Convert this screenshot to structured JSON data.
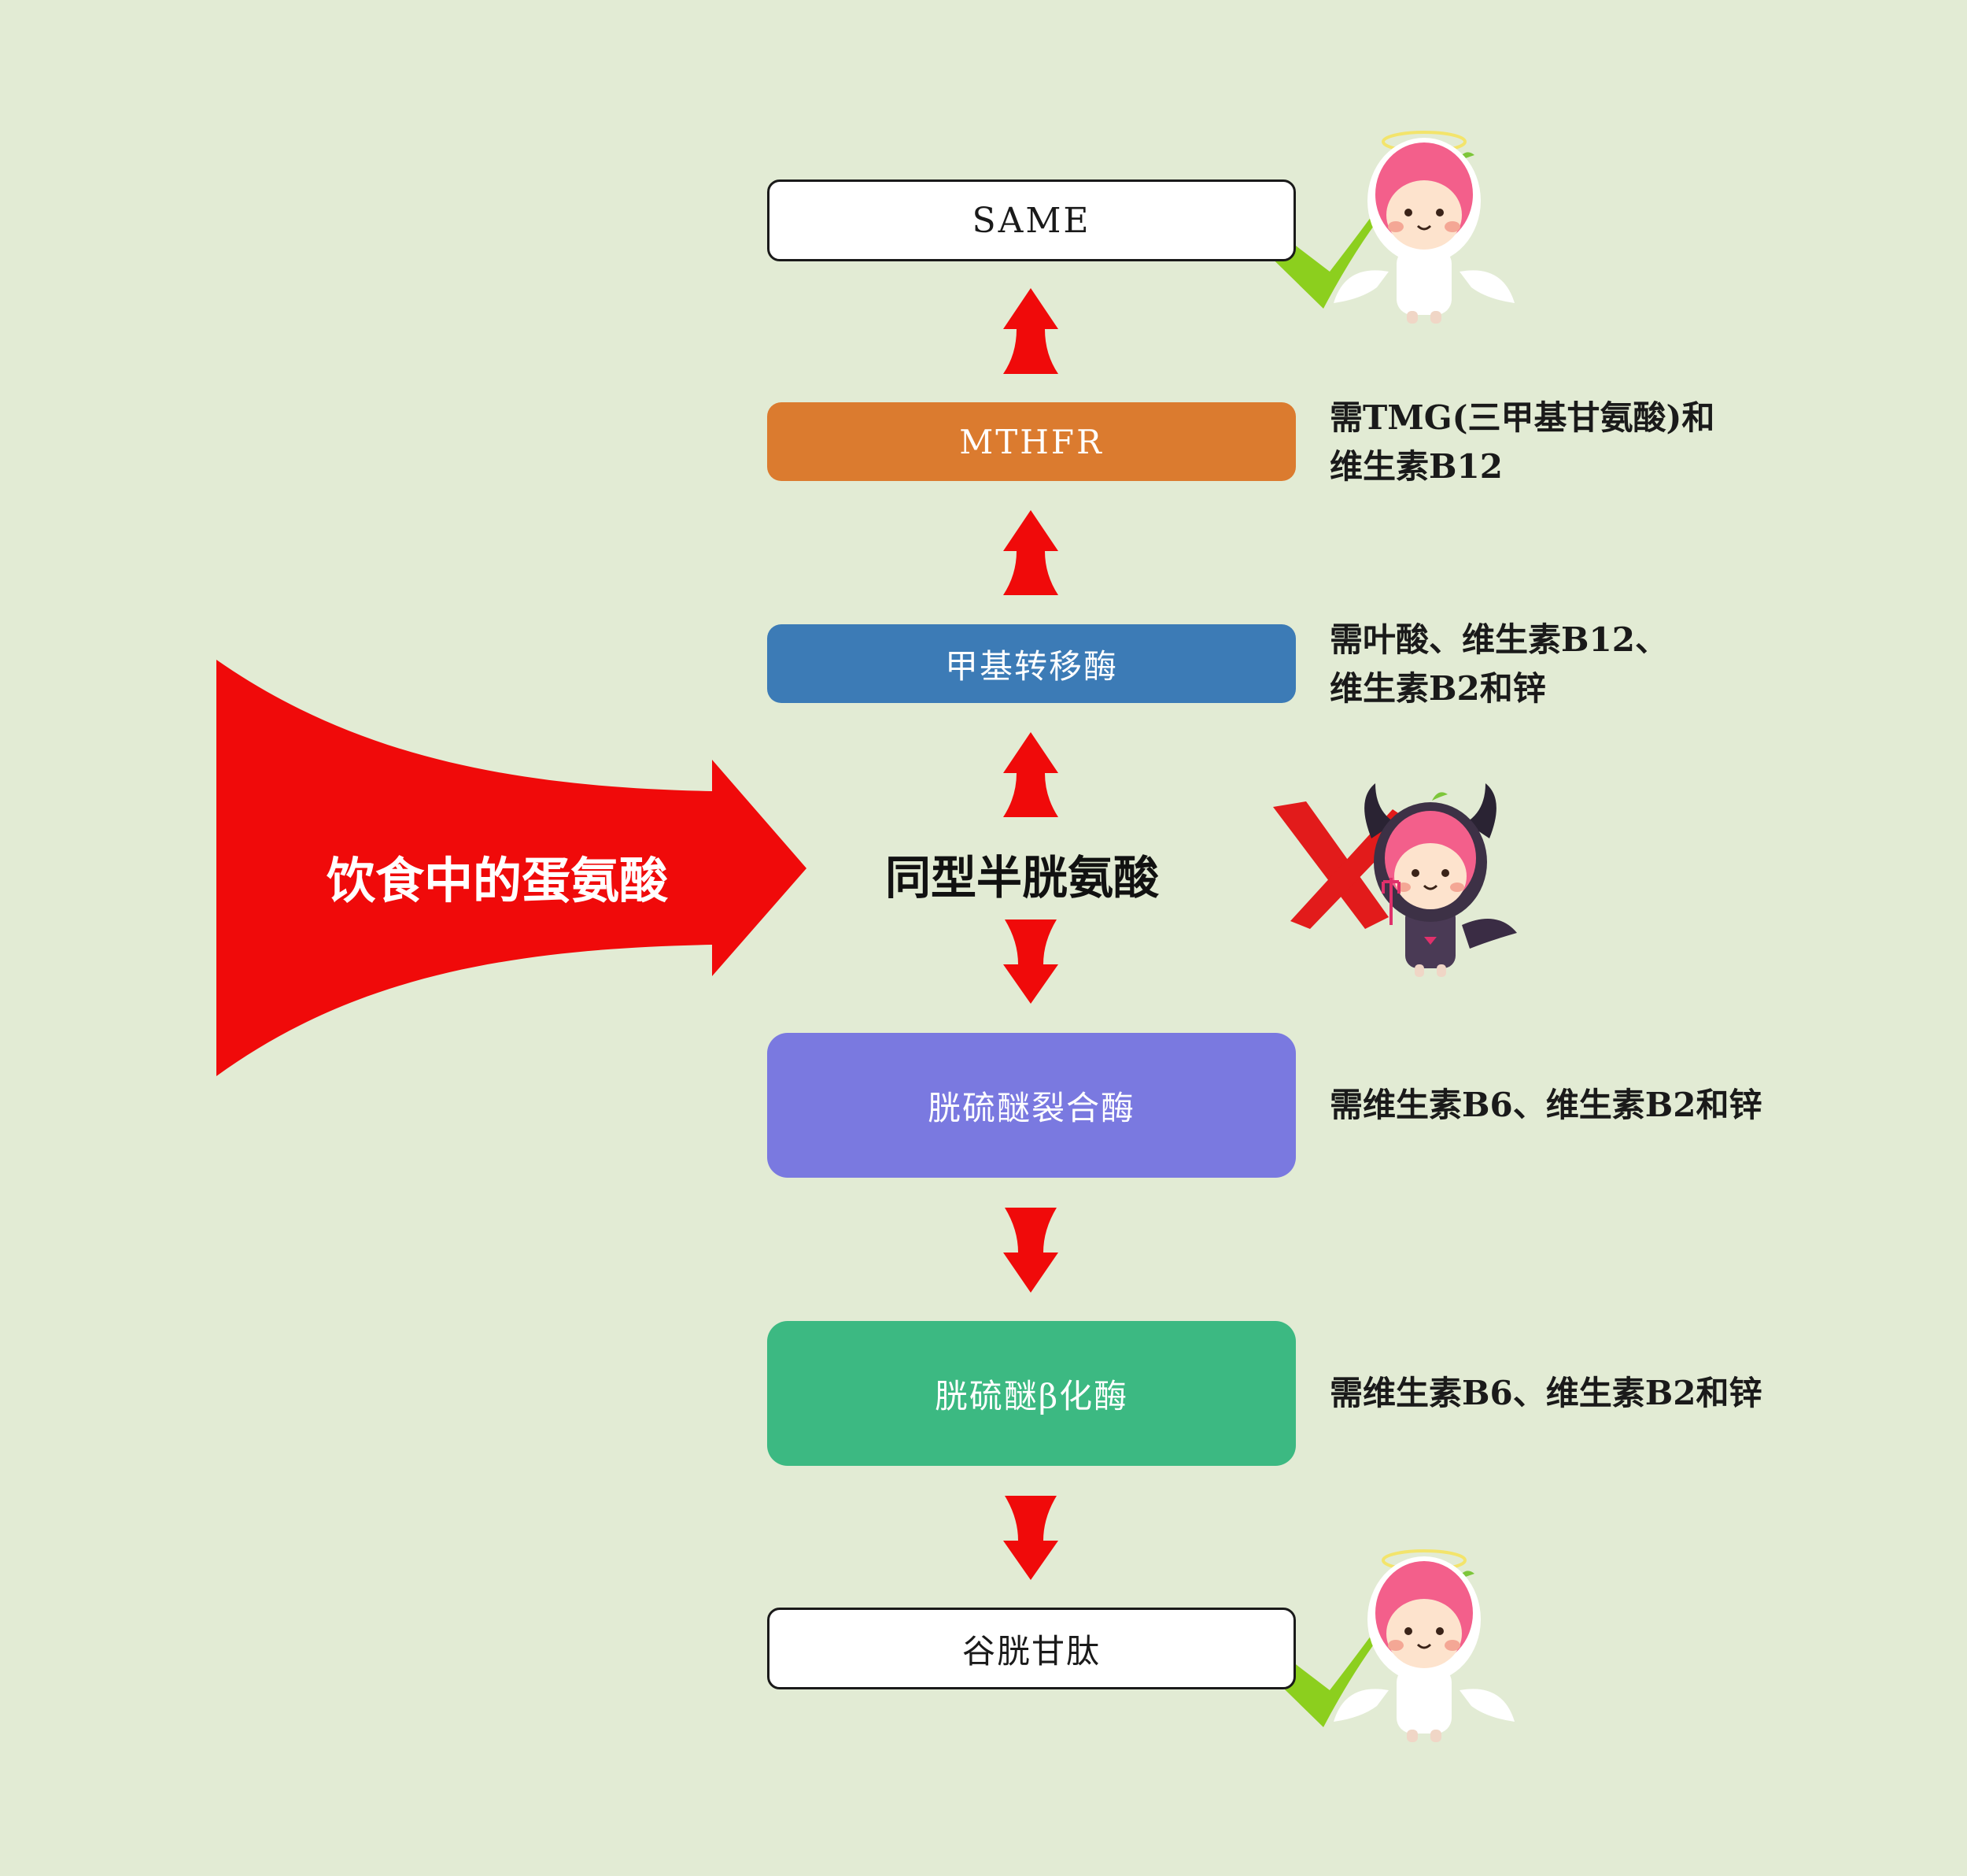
{
  "steps": {
    "same": {
      "label": "SAME",
      "color": "#ffffff"
    },
    "mthfr": {
      "label": "MTHFR",
      "color": "#db7b2f"
    },
    "methyltransferase": {
      "label": "甲基转移酶",
      "color": "#3c7bb6"
    },
    "homocysteine": {
      "label": "同型半胱氨酸"
    },
    "cbs": {
      "label": "胱硫醚裂合酶",
      "color": "#7a79e0"
    },
    "cbl": {
      "label": "胱硫醚β化酶",
      "color": "#3cb982"
    },
    "glutathione": {
      "label": "谷胱甘肽",
      "color": "#ffffff"
    }
  },
  "notes": {
    "mthfr": {
      "line1": "需TMG(三甲基甘氨酸)和",
      "line2": "维生素B12"
    },
    "methyltransferase": {
      "line1": "需叶酸、维生素B12、",
      "line2": "维生素B2和锌"
    },
    "cbs": {
      "line1": "需维生素B6、维生素B2和锌"
    },
    "cbl": {
      "line1": "需维生素B6、维生素B2和锌"
    }
  },
  "input": {
    "label": "饮食中的蛋氨酸",
    "color": "#f00a0a"
  },
  "arrow_color": "#f00a0a",
  "icons": {
    "same_status": "check-mark-icon",
    "glutathione_status": "check-mark-icon",
    "homocysteine_status": "cross-mark-icon",
    "angel": "angel-mascot-icon",
    "devil": "devil-mascot-icon"
  },
  "colors": {
    "check": "#8ccf1e",
    "cross": "#e21b1b",
    "background": "#e2ebd4"
  }
}
